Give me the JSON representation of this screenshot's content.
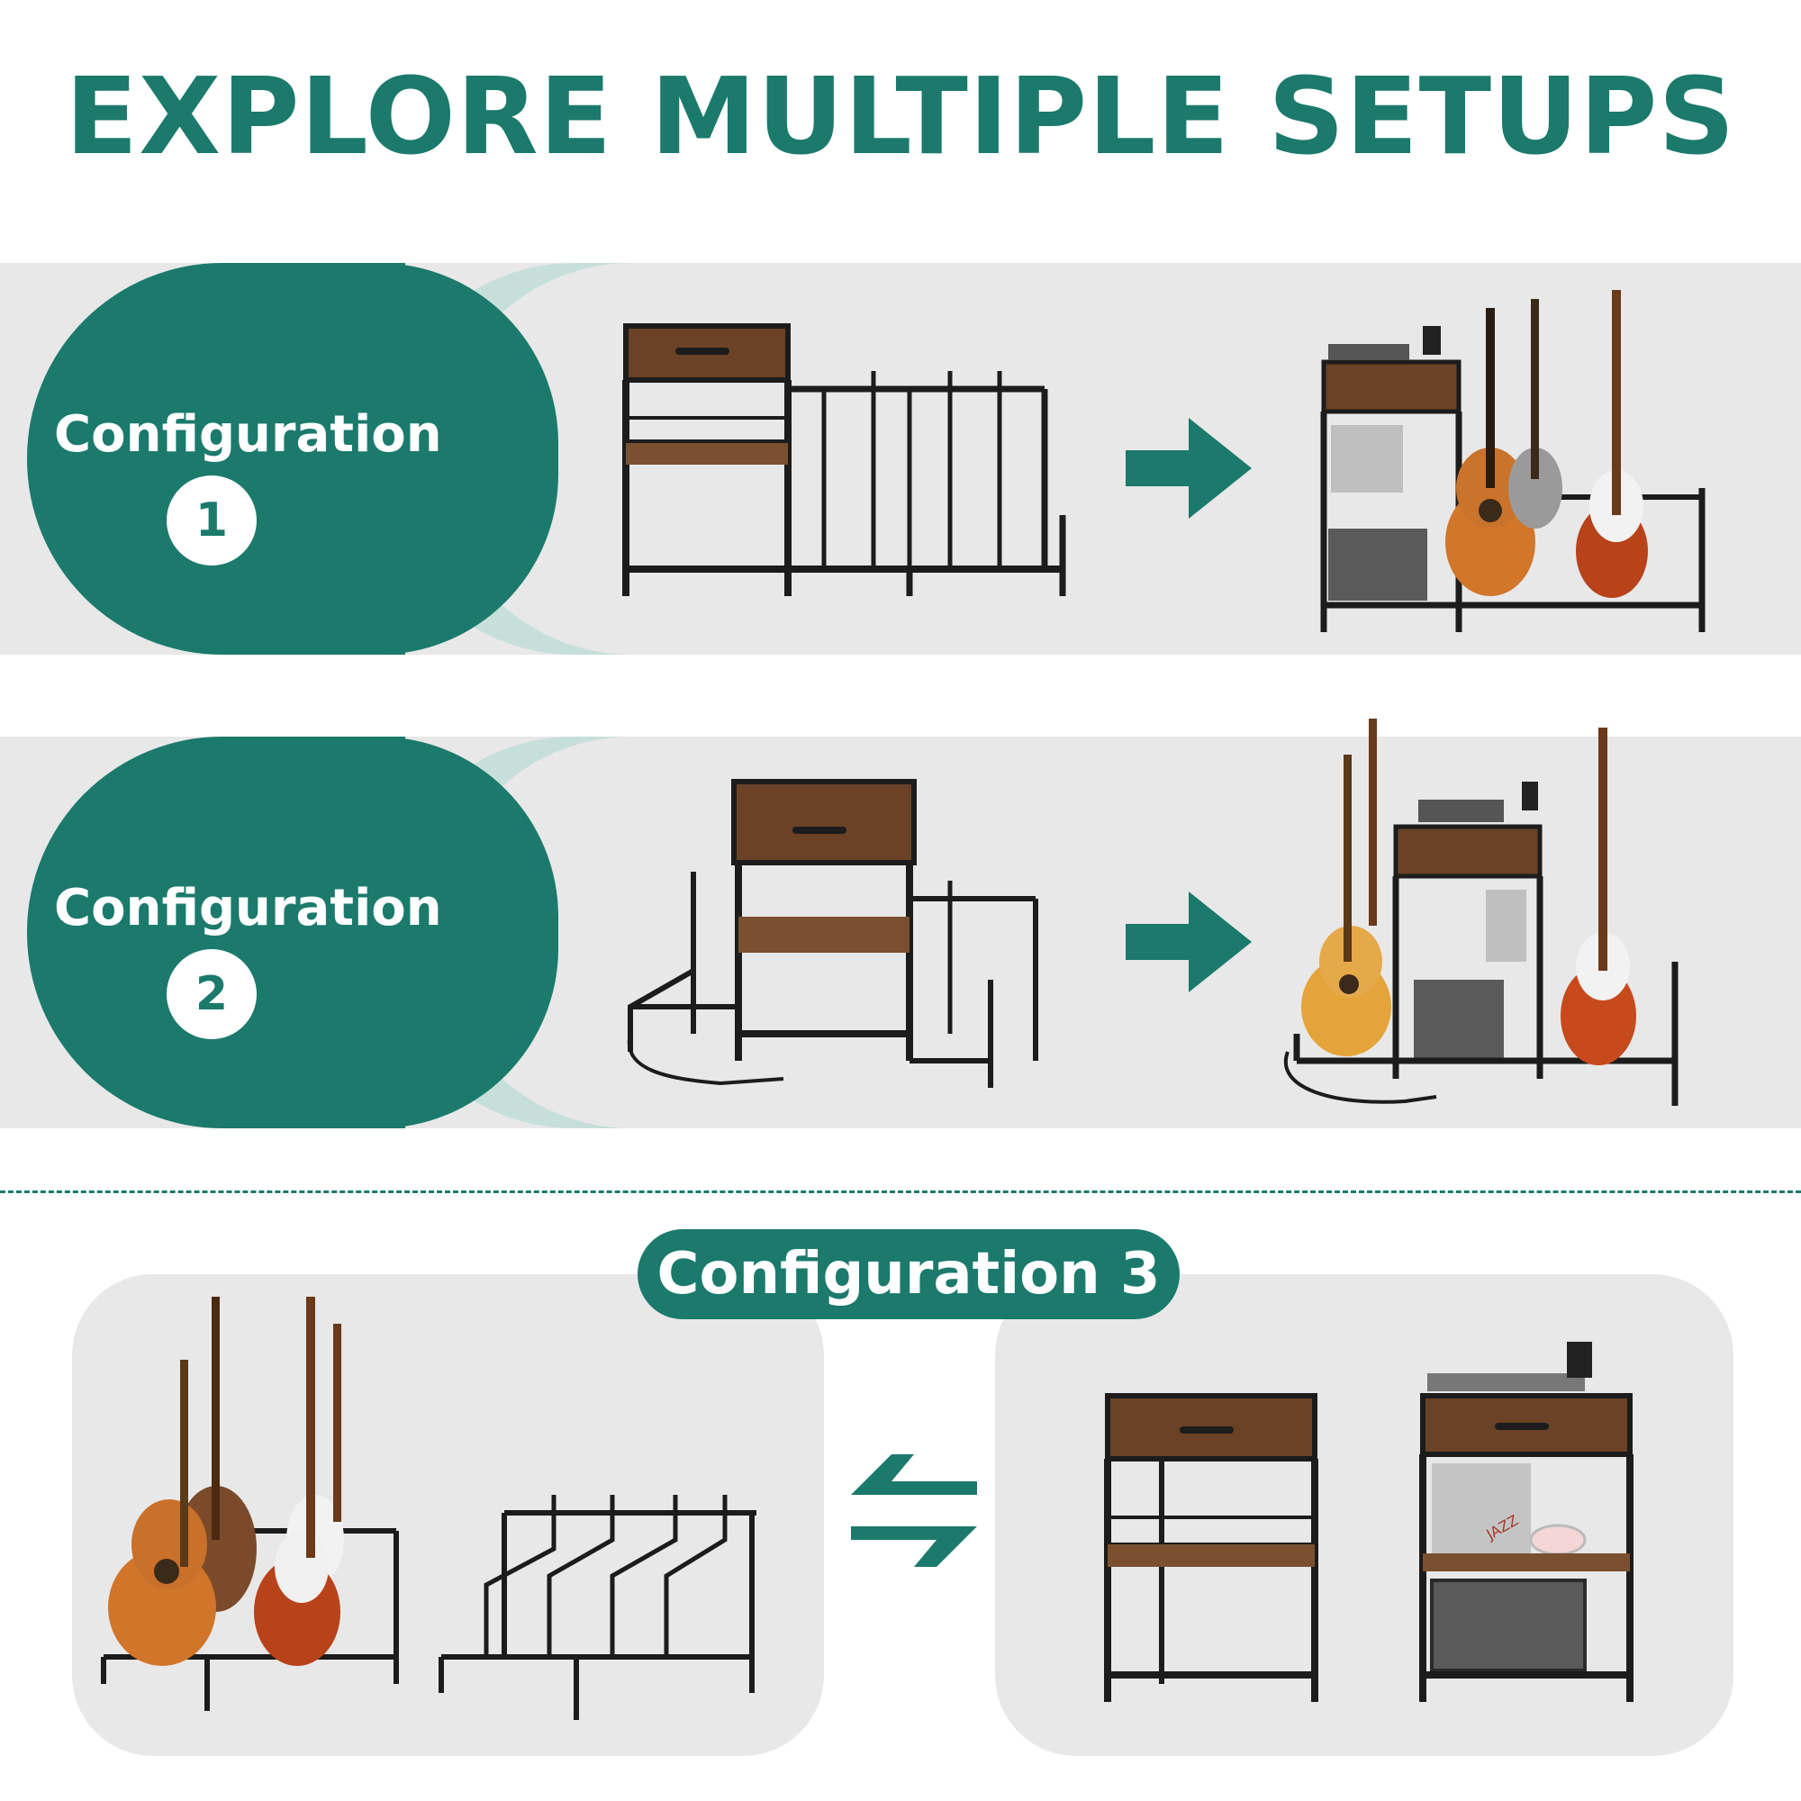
{
  "headline": "EXPLORE MULTIPLE SETUPS",
  "configurations": [
    {
      "label": "Configuration",
      "number": "1"
    },
    {
      "label": "Configuration",
      "number": "2"
    }
  ],
  "configuration3": {
    "label": "Configuration 3"
  },
  "record_label": "JAZZ",
  "colors": {
    "brand_green": "#1b7a6c",
    "panel_gray": "#e8e8e8",
    "pale_green": "#c7dfda",
    "wood": "#6b4226",
    "metal": "#1c1c1c"
  }
}
